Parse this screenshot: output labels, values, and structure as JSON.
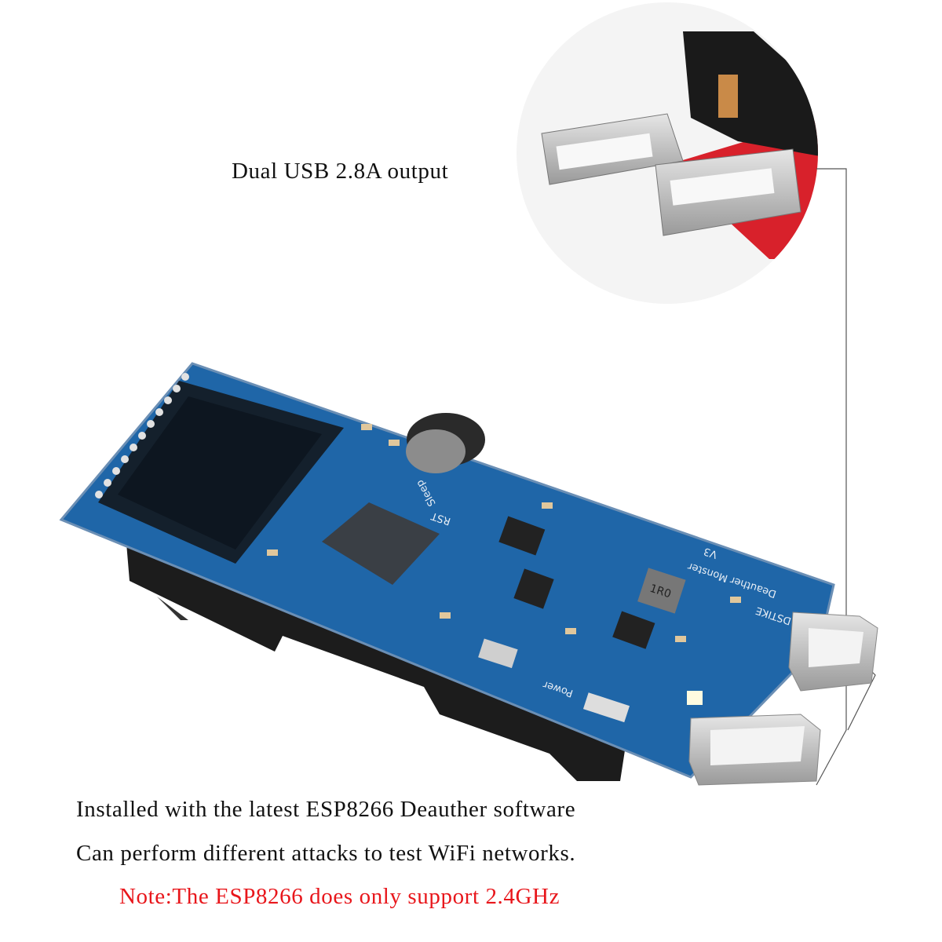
{
  "captions": {
    "usb_output": "Dual USB 2.8A output",
    "software": "Installed with the latest ESP8266 Deauther software",
    "attacks": "Can perform different attacks to test WiFi networks.",
    "note": "Note:The ESP8266 does only support 2.4GHz"
  },
  "board_silkscreen": {
    "name": "Deauther Monster",
    "version": "V3",
    "brand": "DSTIKE",
    "inductor": "1R0",
    "power": "Power",
    "rst": "RST",
    "sleep": "Sleep"
  },
  "colors": {
    "pcb": "#1f66a8",
    "note_text": "#e8161b",
    "battery_holder": "#1c1c1c",
    "inset_pcb": "#d8212b"
  }
}
